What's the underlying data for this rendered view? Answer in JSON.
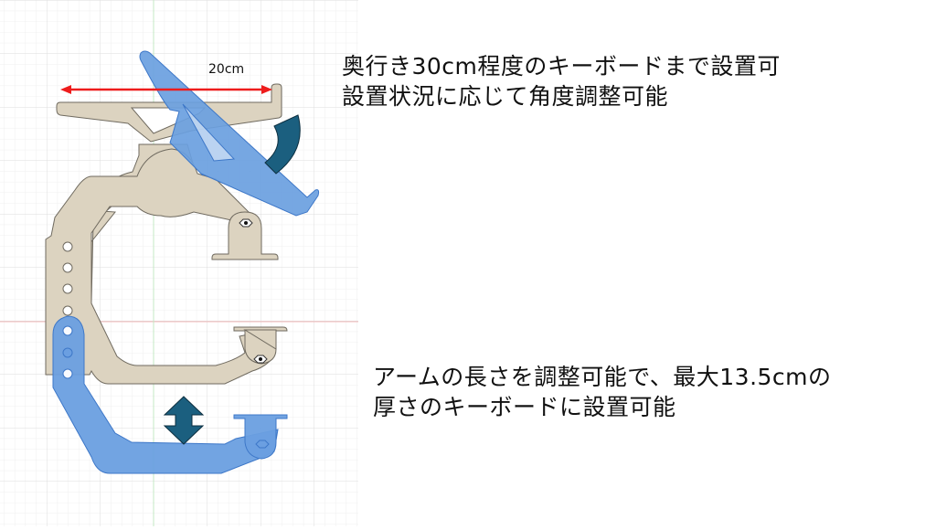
{
  "diagram": {
    "type": "cad-drawing",
    "subject": "keyboard tray mount",
    "dimension_label": "20cm",
    "colors": {
      "beige_part": "#dcd3c0",
      "beige_outline": "#6f6a5f",
      "blue_part": "#6a9fe0",
      "blue_outline": "#3d77c8",
      "indicator": "#1b5f7f",
      "dimension_arrow": "#ee1c1c",
      "grid_minor": "#ececec",
      "grid_major": "#dcdcdc",
      "axis_x": "#f2b4b4",
      "axis_y": "#bfe6bf"
    },
    "indicators": [
      {
        "name": "angle-adjust-arc",
        "meaning": "tilt angle adjustable"
      },
      {
        "name": "height-adjust-arrow",
        "meaning": "arm length adjustable"
      }
    ]
  },
  "captions": {
    "top": {
      "line1": "奥行き30cm程度のキーボードまで設置可",
      "line2": "設置状況に応じて角度調整可能"
    },
    "bottom": {
      "line1": "アームの長さを調整可能で、最大13.5cmの",
      "line2": "厚さのキーボードに設置可能"
    }
  }
}
